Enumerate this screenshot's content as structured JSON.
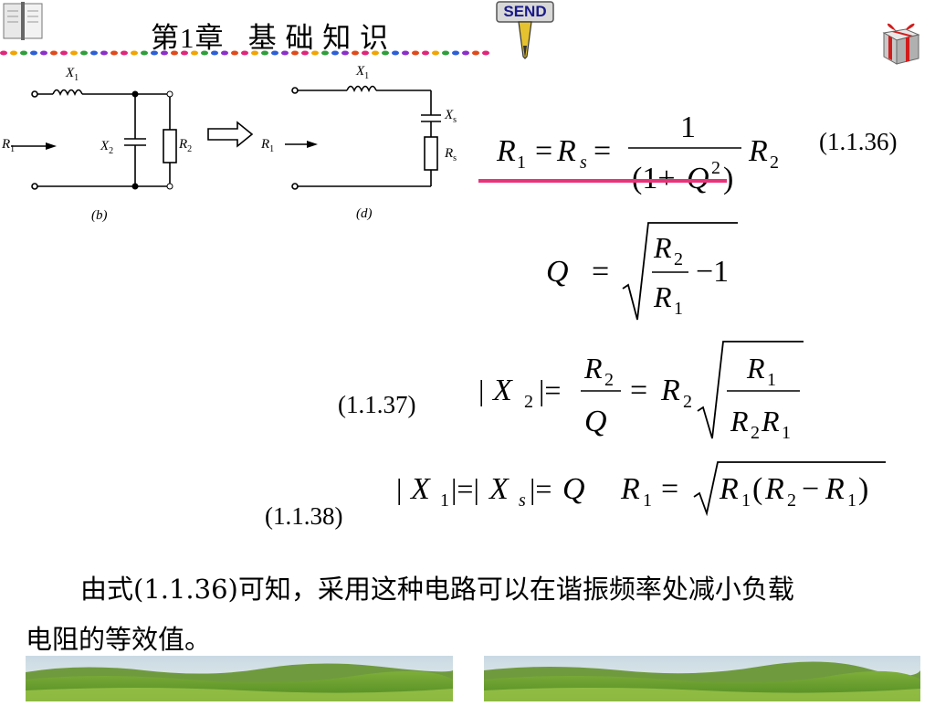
{
  "header": {
    "title": "第1章   基 础 知 识",
    "send_label": "SEND",
    "book_icon": "book-icon",
    "gift_icon": "gift-icon"
  },
  "circuit_b": {
    "labels": {
      "x1": "X",
      "x1_sub": "1",
      "x2": "X",
      "x2_sub": "2",
      "r2": "R",
      "r2_sub": "2",
      "r1": "R",
      "r1_sub": "1"
    },
    "caption": "(b)"
  },
  "circuit_d": {
    "labels": {
      "x1": "X",
      "x1_sub": "1",
      "xs": "X",
      "xs_sub": "s",
      "rs": "R",
      "rs_sub": "s",
      "r1": "R",
      "r1_sub": "1"
    },
    "caption": "(d)"
  },
  "equations": {
    "eq36_label": "(1.1.36)",
    "eq37_label": "(1.1.37)",
    "eq38_label": "(1.1.38)"
  },
  "paragraph": {
    "line1": "由式(1.1.36)可知，采用这种电路可以在谐振频率处减小负载",
    "line2": "电阻的等效值。"
  },
  "colors": {
    "underline": "#e8337a",
    "dot_palette": [
      "#e0267a",
      "#f2a400",
      "#2e9e3a",
      "#2c5fd6",
      "#8b2fc9",
      "#e04a1a"
    ]
  }
}
